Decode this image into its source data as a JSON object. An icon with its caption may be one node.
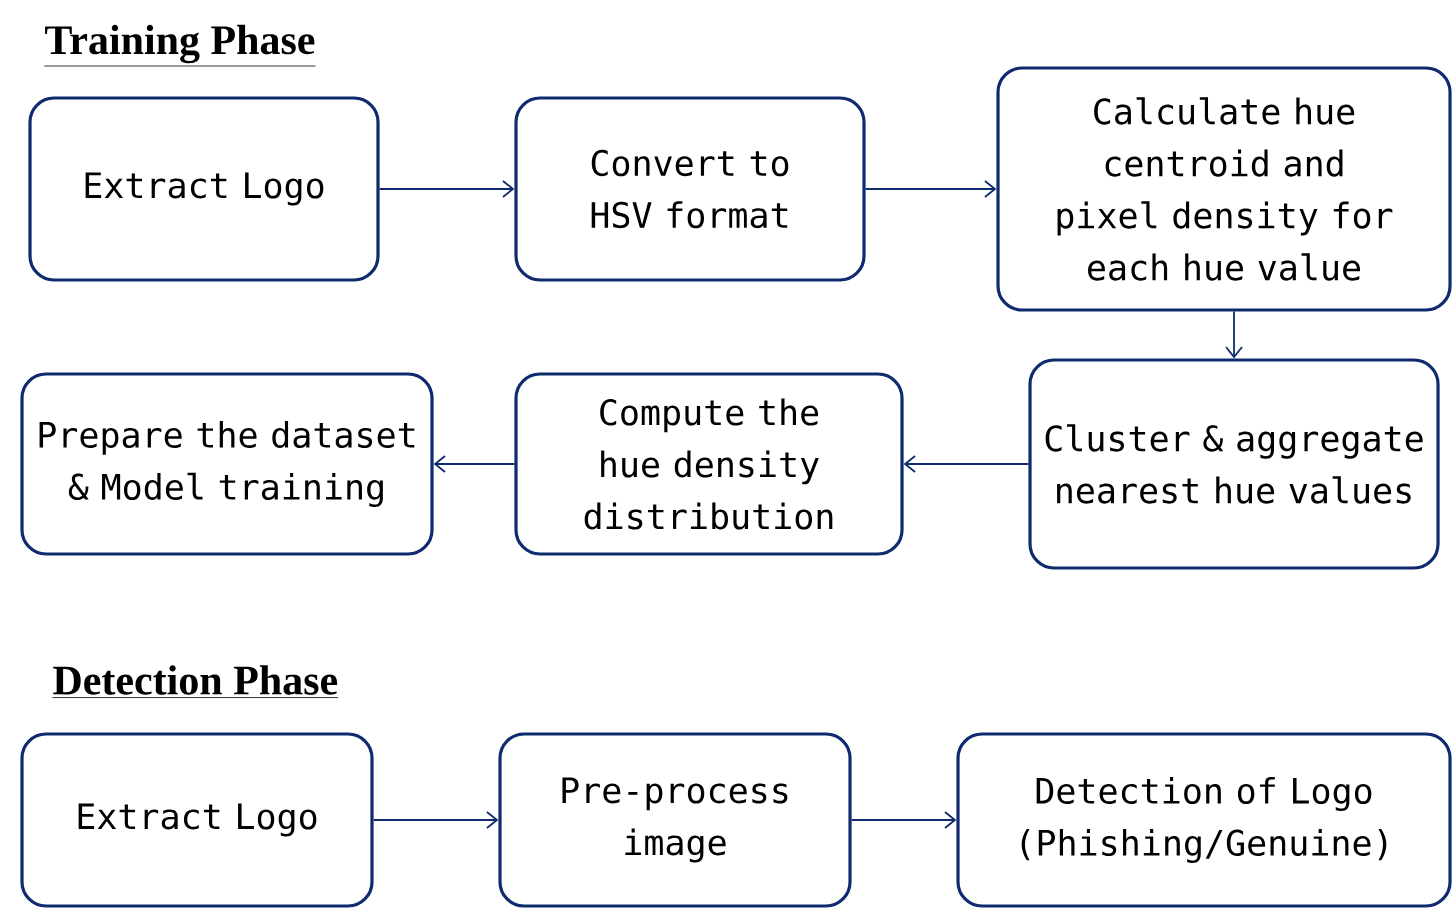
{
  "diagram": {
    "nodes": [
      {
        "text": [
          "Extract Logo"
        ]
      },
      {
        "text": [
          "Convert to HSV format"
        ]
      },
      {
        "text": [
          "Calculate hue centroid and pixel density for each hue value"
        ]
      },
      {
        "text": [
          "Cluster & aggregate nearest hue values"
        ]
      },
      {
        "text": [
          "Compute the hue density distribution"
        ]
      },
      {
        "text": [
          "Prepare the dataset & Model training"
        ]
      },
      {
        "text": [
          "Extract Logo"
        ]
      },
      {
        "text": [
          "Pre-process image"
        ]
      },
      {
        "text": [
          "Detection of Logo (Phishing/Genuine)"
        ]
      }
    ],
    "edges": [
      {
        "from": 0,
        "to": 1,
        "arrow": "to"
      },
      {
        "from": 1,
        "to": 2,
        "arrow": "to"
      },
      {
        "from": 2,
        "to": 3,
        "arrow": "to"
      },
      {
        "from": 3,
        "to": 4,
        "arrow": "to"
      },
      {
        "from": 4,
        "to": 5,
        "arrow": "to"
      },
      {
        "from": 6,
        "to": 7,
        "arrow": "to"
      },
      {
        "from": 7,
        "to": 8,
        "arrow": "to"
      }
    ],
    "labels": [
      "Training Phase",
      "Detection Phase"
    ]
  }
}
